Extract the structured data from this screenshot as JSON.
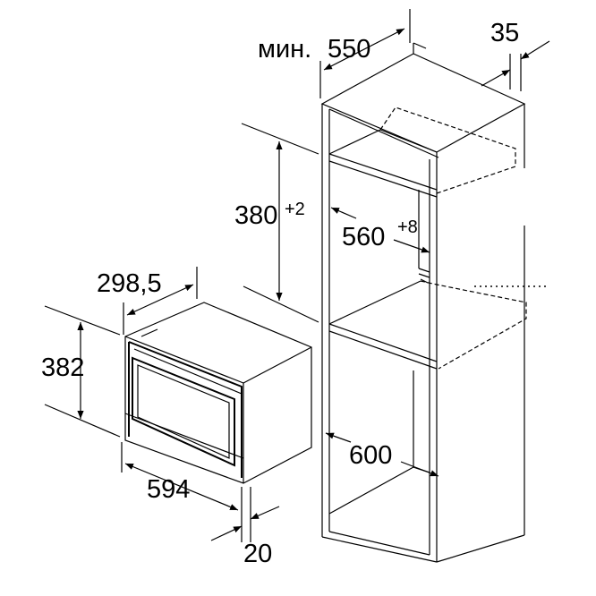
{
  "dimensions": {
    "cabinet_depth_prefix": "мин.",
    "cabinet_depth": "550",
    "wall_gap": "35",
    "niche_height": "380",
    "niche_height_tol": "+2",
    "niche_width": "560",
    "niche_width_tol": "+8",
    "inner_depth": "600",
    "appliance_depth": "298,5",
    "appliance_height": "382",
    "appliance_width": "594",
    "front_thickness": "20"
  }
}
